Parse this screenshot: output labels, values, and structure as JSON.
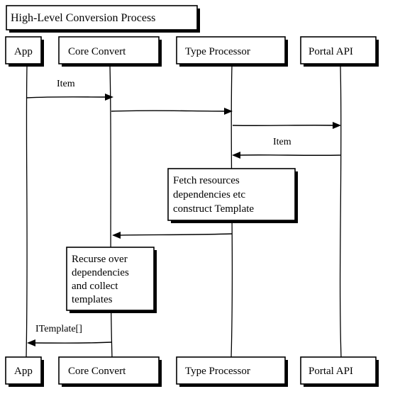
{
  "title": "High-Level Conversion Process",
  "participants": [
    {
      "id": "app",
      "label": "App"
    },
    {
      "id": "core",
      "label": "Core Convert"
    },
    {
      "id": "type",
      "label": "Type Processor"
    },
    {
      "id": "portal",
      "label": "Portal API"
    }
  ],
  "messages": [
    {
      "id": "m1",
      "from": "app",
      "to": "core",
      "label": "Item"
    },
    {
      "id": "m2",
      "from": "core",
      "to": "type",
      "label": ""
    },
    {
      "id": "m3",
      "from": "type",
      "to": "portal",
      "label": ""
    },
    {
      "id": "m4",
      "from": "portal",
      "to": "type",
      "label": "Item"
    },
    {
      "id": "m5",
      "from": "type",
      "to": "core",
      "label": ""
    },
    {
      "id": "m6",
      "from": "core",
      "to": "app",
      "label": "ITemplate[]"
    }
  ],
  "notes": [
    {
      "id": "note1",
      "participant": "type",
      "lines": [
        "Fetch resources",
        "dependencies etc",
        "construct Template"
      ]
    },
    {
      "id": "note2",
      "participant": "core",
      "lines": [
        "Recurse over",
        "dependencies",
        "and collect",
        "templates"
      ]
    }
  ]
}
